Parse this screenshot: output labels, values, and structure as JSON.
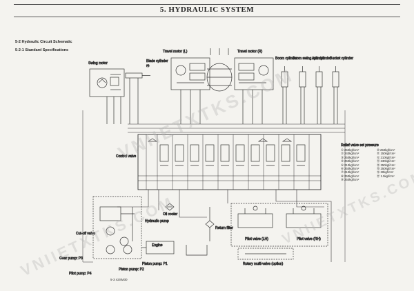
{
  "chapter_title": "5. HYDRAULIC SYSTEM",
  "section_schematic": "5-2 Hydraulic Circuit Schematic",
  "section_specs": "5-2-1 Standard Specifications",
  "labels": {
    "travel_motor_l": "Travel motor (L)",
    "travel_motor_r": "Travel motor (R)",
    "swing_motor": "Swing motor",
    "blade_cylinder": "Blade cylinder",
    "boom_cylinder": "Boom cylinder",
    "boom_swing_cylinder": "Boom swing cylinder",
    "arm_cylinder": "Arm cylinder",
    "bucket_cylinder": "Bucket cylinder",
    "control_valve": "Control valve",
    "oil_cooler": "Oil cooler",
    "return_filter": "Return filter",
    "hydraulic_pump": "Hydraulic pump",
    "cutoff_valve": "Cut-off valve",
    "gear_pump": "Gear pump: P3",
    "pilot_pump": "Pilot pump: P4",
    "piston_pump_p2": "Piston pump: P2",
    "piston_pump_p1": "Piston pump: P1",
    "engine": "Engine",
    "pilot_valve_lh": "Pilot valve (LH)",
    "pilot_valve_rh": "Pilot valve (RH)",
    "rotary_multi_valve": "Rotary multi-valve (option)"
  },
  "relief_title": "Relief valve set pressure",
  "relief_settings": [
    "① 250kgf/cm²",
    "② 240kgf/cm²",
    "③ 250kgf/cm²",
    "④ 250kgf/cm²",
    "⑤ 210kgf/cm²",
    "⑥ 250kgf/cm²",
    "⑦ 210kgf/cm²",
    "⑧ 250kgf/cm²",
    "⑨ 250kgf/cm²",
    "⑩ 250kgf/cm²",
    "⑪ 150kgf/cm²",
    "⑫ 210kgf/cm²",
    "⑬ 230kgf/cm²",
    "⑭ 250kgf/cm²",
    "⑮ 250kgf/cm²",
    "⑯ 30kgf/cm²",
    "⑰ 1.5kgf/cm²"
  ],
  "footer": "5-3 42SM30",
  "watermark": "VNIIETXTKS.COM",
  "colors": {
    "line": "#333333",
    "paper": "#f4f3ef"
  }
}
